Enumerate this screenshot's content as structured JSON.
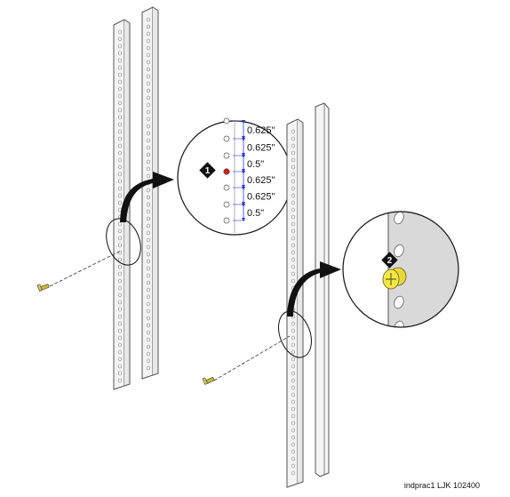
{
  "figure": {
    "caption": "indprac1 LJK 102400",
    "callout_1": "1",
    "callout_2": "2",
    "spacings": [
      "0.625\"",
      "0.625\"",
      "0.5\"",
      "0.625\"",
      "0.625\"",
      "0.5\""
    ]
  },
  "colors": {
    "rail_fill": "#f4f4f4",
    "rail_edge": "#555555",
    "dimension_blue": "#2a3fd0",
    "marker_red": "#d42020",
    "screw_yellow": "#f2e64a",
    "panel_gray": "#d9d9d9"
  }
}
